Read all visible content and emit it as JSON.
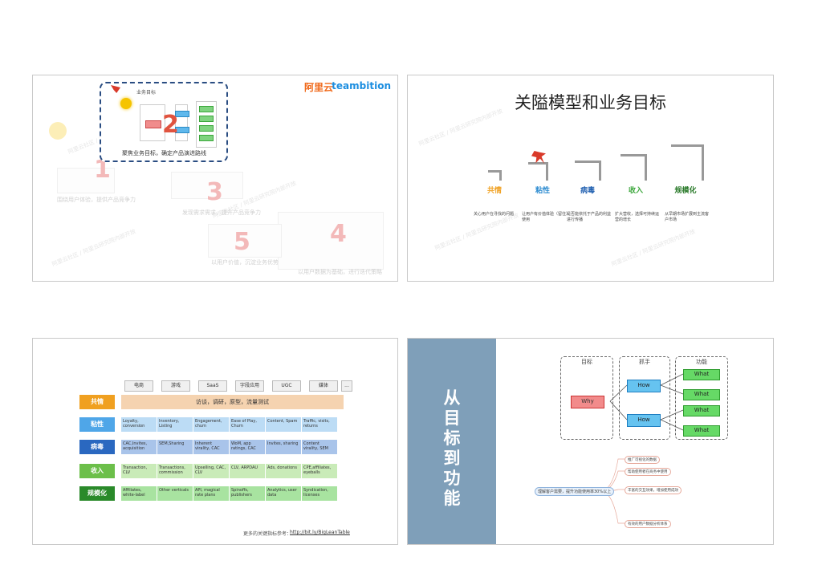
{
  "slide1": {
    "logo_left": "阿里云",
    "logo_right": "teambition",
    "focus_header": "业务目标",
    "focus_caption": "聚焦业务目标，确定产品演进路线",
    "numbers": [
      "1",
      "2",
      "3",
      "4",
      "5"
    ],
    "captions": [
      "围绕用户体验，提供产品竞争力",
      "发现需求需求，提升产品竞争力",
      "以用户价值，沉淀业务优势",
      "以用户数据为基础，进行迭代策略"
    ],
    "watermark": "阿里云社区 / 阿里云研究院内部开放"
  },
  "slide2": {
    "title": "关隘模型和业务目标",
    "stages": [
      {
        "label": "共情",
        "color": "#f0a020",
        "desc": "关心用户在寻找的问题"
      },
      {
        "label": "粘性",
        "color": "#2a8ad0",
        "desc": "让用户有价值体验（留住）使用"
      },
      {
        "label": "病毒",
        "color": "#1f5fb0",
        "desc": "是否能依托于产品的利益进行传播"
      },
      {
        "label": "收入",
        "color": "#3aa63a",
        "desc": "扩大营收，选择可持续运营的增长"
      },
      {
        "label": "规模化",
        "color": "#2a7a2a",
        "desc": "从早期市场扩展到主流客户市场"
      }
    ]
  },
  "slide3": {
    "tags": [
      "电商",
      "游戏",
      "SaaS",
      "字段应用",
      "UGC",
      "媒体",
      "..."
    ],
    "rows": [
      {
        "label": "共情",
        "color": "#f0a020",
        "cells": [
          "访谈，调研，原型，流量测试"
        ]
      },
      {
        "label": "粘性",
        "color": "#4fa6e8",
        "cells": [
          "Loyalty, conversion",
          "Inventory, Listing",
          "Engagement, churn",
          "Ease of Play, Churn",
          "Content, Spam",
          "Traffic, visits, returns"
        ]
      },
      {
        "label": "病毒",
        "color": "#2a68c0",
        "cells": [
          "CAC,Invites, acquisition",
          "SEM,Sharing",
          "Inherent virality, CAC",
          "WoM, app ratings, CAC",
          "Invites, sharing",
          "Content virality, SEM"
        ]
      },
      {
        "label": "收入",
        "color": "#6cbf4a",
        "cells": [
          "Transaction, CLV",
          "Transactions, commission",
          "Upselling, CAC, CLV",
          "CLV, ARPDAU",
          "Ads, donations",
          "CPE,affiliates, eyeballs"
        ]
      },
      {
        "label": "规模化",
        "color": "#2a8a2a",
        "cells": [
          "Affiliates, white-label",
          "Other verticals",
          "API, magical rate plans",
          "Spinoffs, publishers",
          "Analytics, user data",
          "Syndication, licenses"
        ]
      }
    ],
    "footer_label": "更多的关键指标参考：",
    "footer_link": "http://bit.ly/BigLeanTable"
  },
  "slide4": {
    "side_title": "从目标到功能",
    "col_headers": [
      "目标",
      "抓手",
      "功能"
    ],
    "why": "Why",
    "hows": [
      "How",
      "How"
    ],
    "whats": [
      "What",
      "What",
      "What",
      "What"
    ],
    "mindmap_root": "理解客户需要，提升功能使用率30%以上",
    "mindmap_nodes": [
      "推广可视化的数据",
      "帮助使用者在商务中使用",
      "丰富的交互效果，增加使用成效",
      "有效的用户数据分析体系"
    ]
  },
  "colors": {
    "brand_orange": "#f0691a",
    "brand_blue": "#1c8ee0",
    "focus_border": "#2a4d82",
    "side_panel": "#7f9fb9"
  }
}
